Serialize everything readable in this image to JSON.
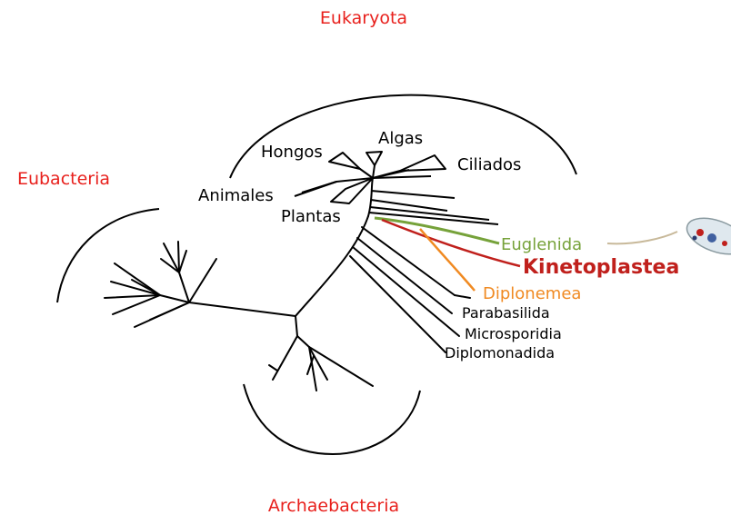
{
  "domains": {
    "eukaryota": "Eukaryota",
    "eubacteria": "Eubacteria",
    "archaebacteria": "Archaebacteria"
  },
  "eukaryote_groups": {
    "hongos": "Hongos",
    "algas": "Algas",
    "ciliados": "Ciliados",
    "animales": "Animales",
    "plantas": "Plantas"
  },
  "protist_lineages": {
    "euglenida": "Euglenida",
    "kinetoplastea": "Kinetoplastea",
    "diplonemea": "Diplonemea",
    "parabasilida": "Parabasilida",
    "microsporidia": "Microsporidia",
    "diplomonadida": "Diplomonadida"
  },
  "colors": {
    "domain_label": "#e8201c",
    "euglenida": "#76a23a",
    "kinetoplastea": "#c0201c",
    "diplonemea": "#f08a22",
    "tree": "#000000",
    "inset_body": "#dfe8ee"
  }
}
